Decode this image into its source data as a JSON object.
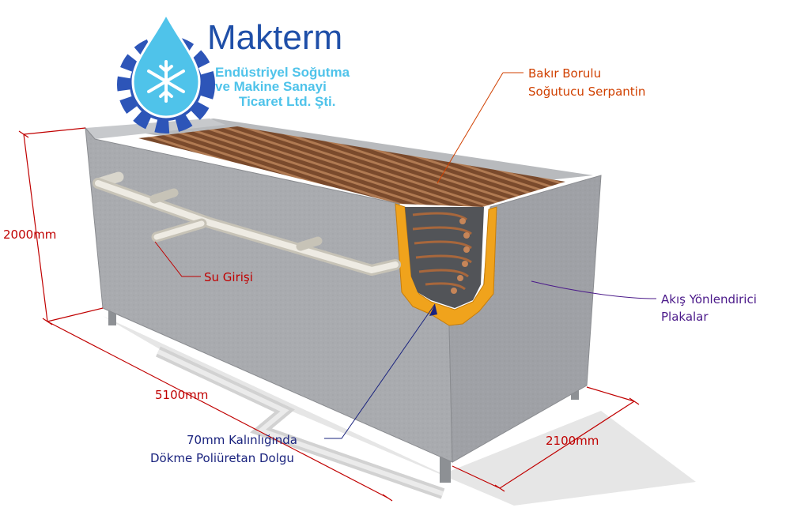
{
  "logo": {
    "brand_name": "Makterm",
    "tagline_line1": "Endüstriyel Soğutma",
    "tagline_line2": "ve Makine Sanayi",
    "tagline_line3": "Ticaret Ltd. Şti.",
    "brand_color": "#1f4fa8",
    "tagline_color": "#4fc3ea",
    "gear_color": "#2d55b8",
    "drop_color": "#4fc3ea"
  },
  "dimensions": {
    "height": "2000mm",
    "length": "5100mm",
    "width": "2100mm",
    "color": "#c00000"
  },
  "callouts": {
    "coil_line1": "Bakır Borulu",
    "coil_line2": "Soğutucu Serpantin",
    "coil_color": "#d04000",
    "inlet": "Su Girişi",
    "inlet_color": "#c00000",
    "plates_line1": "Akış Yönlendirici",
    "plates_line2": "Plakalar",
    "plates_color": "#4b1a8a",
    "insulation_line1": "70mm Kalınlığında",
    "insulation_line2": "Dökme Poliüretan Dolgu",
    "insulation_color": "#1a237e"
  }
}
